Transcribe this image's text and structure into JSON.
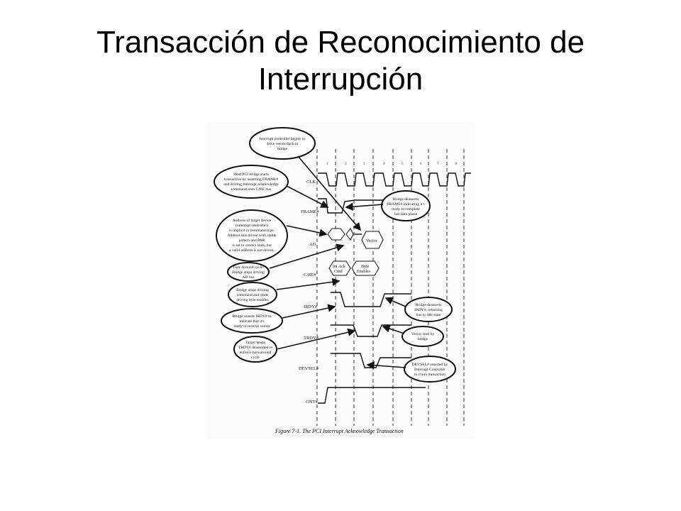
{
  "slide": {
    "title_line1": "Transacción de Reconocimiento de",
    "title_line2": "Interrupción"
  },
  "figure": {
    "caption": "Figure 7-1. The PCI Interrupt Acknowledge Transaction",
    "signals": [
      "CLK",
      "FRAME#",
      "AD",
      "C/BE#",
      "IRDY#",
      "TRDY#",
      "DEVSEL#",
      "GNT#"
    ],
    "clock_ticks": [
      "1",
      "2",
      "3",
      "4",
      "5",
      "6",
      "7",
      "8"
    ],
    "bus_labels": {
      "vector": "Vector",
      "int_ack_cmd": [
        "Int Ack",
        "Cmd"
      ],
      "byte_enables": [
        "Byte",
        "Enables"
      ]
    },
    "callouts_left": [
      [
        "Host/PCI bridge starts",
        "transaction by asserting FRAME#",
        "and driving Interrupt acknowledge",
        "command onto C/BE bus"
      ],
      [
        "Address of target device",
        "(interrupt controller)",
        "is implicit in command type.",
        "Address bus driven with stable",
        "pattern and PAR",
        "is set to correct state, but",
        "a valid address is not driven."
      ],
      [
        "Turn-Around cycle:",
        "Bridge stops driving",
        "AD bus"
      ],
      [
        "Bridge stops driving",
        "command and starts",
        "driving byte enables"
      ],
      [
        "Bridge asserts IRDY# to",
        "indicate that it's",
        "ready to receive vector"
      ],
      [
        "Target keeps",
        "TRDY# deasserted to",
        "enforce turn-around",
        "cycle"
      ]
    ],
    "callout_top": [
      "Interrupt controller begins to",
      "drive vector back to",
      "bridge"
    ],
    "callouts_right": [
      [
        "Bridge deasserts",
        "FRAME# indicating it's",
        "ready to complete",
        "last data phase"
      ],
      [
        "Bridge deasserts",
        "IRDY#, returning",
        "bus to idle state"
      ],
      [
        "Vector read by",
        "bridge"
      ],
      [
        "DEVSEL# asserted by",
        "Interrupt Controller",
        "to claim transaction"
      ]
    ]
  }
}
